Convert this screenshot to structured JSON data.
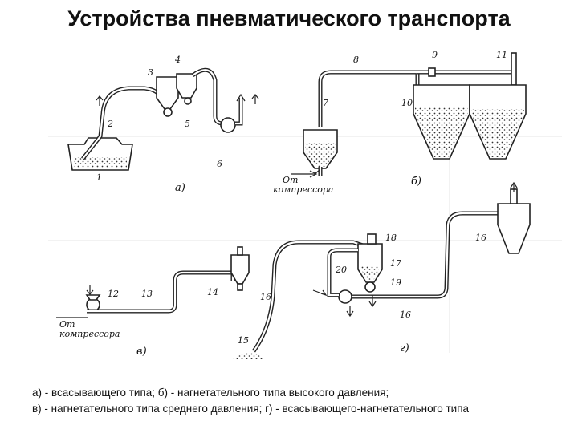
{
  "title": "Устройства пневматического транспорта",
  "diagram": {
    "labels": {
      "n1": "1",
      "n2": "2",
      "n3": "3",
      "n4": "4",
      "n5": "5",
      "n6": "6",
      "n7": "7",
      "n8": "8",
      "n9": "9",
      "n10": "10",
      "n11": "11",
      "n12": "12",
      "n13": "13",
      "n14": "14",
      "n15": "15",
      "n16a": "16",
      "n16b": "16",
      "n16c": "16",
      "n17": "17",
      "n18": "18",
      "n19": "19",
      "n20": "20"
    },
    "panels": {
      "a": "а)",
      "b": "б)",
      "v": "в)",
      "g": "г)"
    },
    "compressor_b": {
      "line1": "От",
      "line2": "компрессора"
    },
    "compressor_v": {
      "line1": "От",
      "line2": "компрессора"
    }
  },
  "caption": {
    "line1": "а) - всасывающего типа; б) - нагнетательного типа высокого давления;",
    "line2": "в) - нагнетательного типа среднего давления; г) - всасывающего-нагнетательного типа"
  }
}
